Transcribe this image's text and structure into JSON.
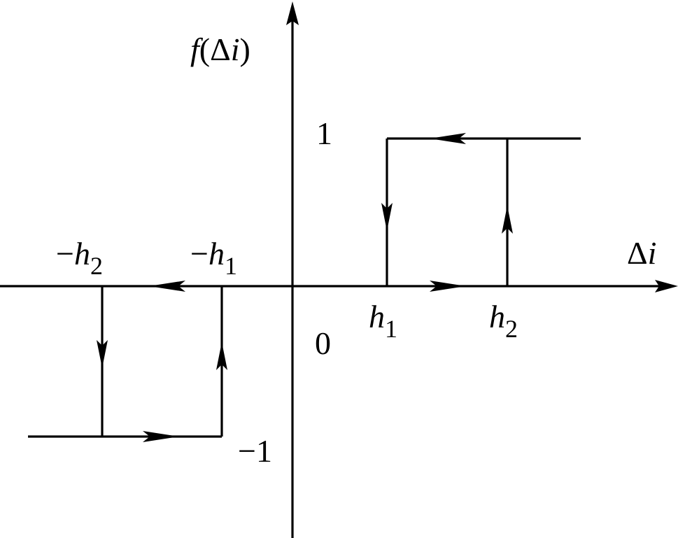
{
  "axes": {
    "y_label_func": "f",
    "y_label_open": "(",
    "y_label_delta": "Δ",
    "y_label_var": "i",
    "y_label_close": ")",
    "x_label_delta": "Δ",
    "x_label_var": "i"
  },
  "ticks": {
    "y_pos": "1",
    "y_neg": "−1",
    "origin": "0",
    "h1_var": "h",
    "h1_sub": "1",
    "h2_var": "h",
    "h2_sub": "2",
    "neg_h1_sign": "−",
    "neg_h1_var": "h",
    "neg_h1_sub": "1",
    "neg_h2_sign": "−",
    "neg_h2_var": "h",
    "neg_h2_sub": "2"
  },
  "colors": {
    "ink": "#000000",
    "background": "#ffffff"
  }
}
